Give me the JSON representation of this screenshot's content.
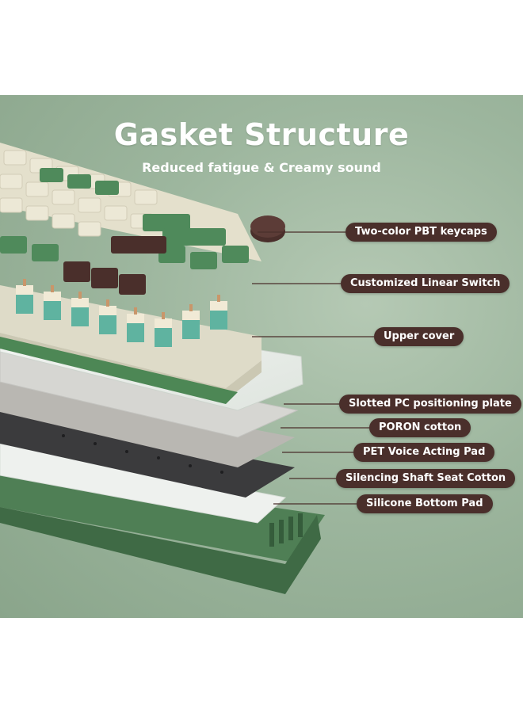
{
  "heading": {
    "title": "Gasket Structure",
    "subtitle": "Reduced fatigue & Creamy sound"
  },
  "callouts": [
    {
      "text": "Two-color PBT keycaps"
    },
    {
      "text": "Customized Linear Switch"
    },
    {
      "text": "Upper cover"
    },
    {
      "text": "Slotted PC positioning plate"
    },
    {
      "text": "PORON cotton"
    },
    {
      "text": "PET Voice Acting Pad"
    },
    {
      "text": "Silencing Shaft Seat Cotton"
    },
    {
      "text": "Silicone Bottom Pad"
    }
  ],
  "colors": {
    "background": "#9db69e",
    "label_fill": "#4a2f2b",
    "keycap_cream": "#ece8d6",
    "keycap_green": "#4f8a5b",
    "keycap_brown": "#4a2f2b",
    "switch_teal": "#5fb3a0"
  }
}
